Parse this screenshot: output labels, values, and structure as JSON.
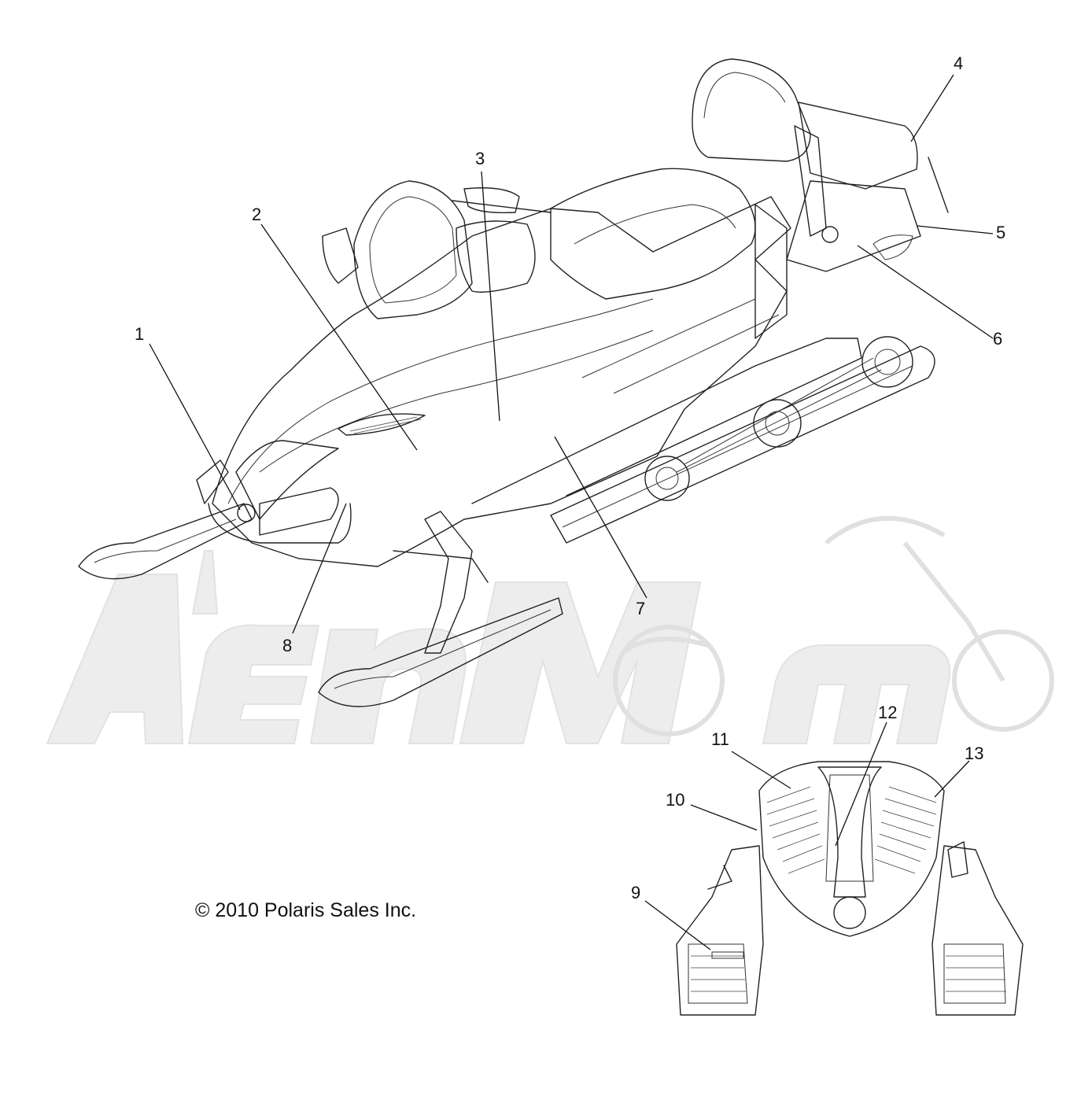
{
  "diagram": {
    "callouts": [
      {
        "id": "c1",
        "label": "1"
      },
      {
        "id": "c2",
        "label": "2"
      },
      {
        "id": "c3",
        "label": "3"
      },
      {
        "id": "c4",
        "label": "4"
      },
      {
        "id": "c5",
        "label": "5"
      },
      {
        "id": "c6",
        "label": "6"
      },
      {
        "id": "c7",
        "label": "7"
      },
      {
        "id": "c8",
        "label": "8"
      },
      {
        "id": "c9",
        "label": "9"
      },
      {
        "id": "c10",
        "label": "10"
      },
      {
        "id": "c11",
        "label": "11"
      },
      {
        "id": "c12",
        "label": "12"
      },
      {
        "id": "c13",
        "label": "13"
      }
    ],
    "copyright": "© 2010 Polaris Sales Inc.",
    "watermark": "AeMoto",
    "colors": {
      "line": "#222222",
      "watermark": "#ededed",
      "background": "#ffffff"
    }
  }
}
